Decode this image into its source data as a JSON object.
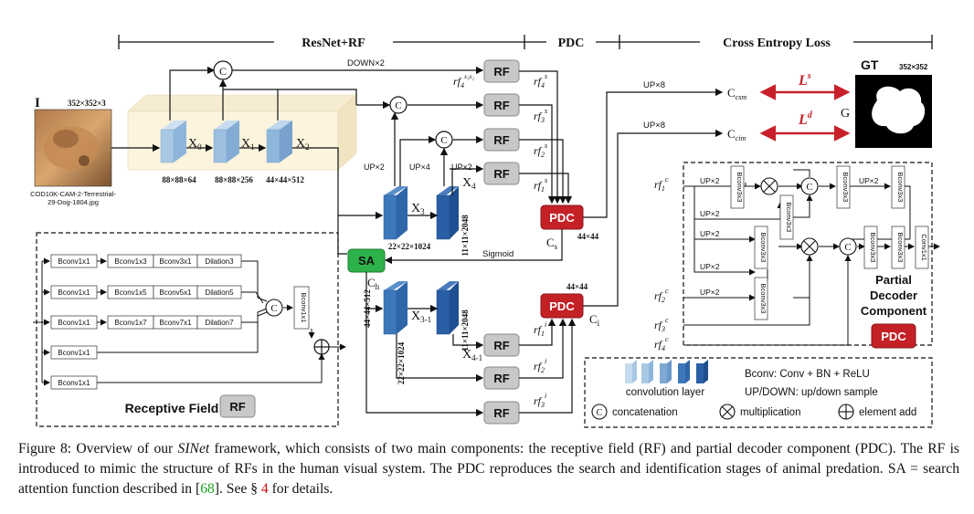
{
  "header": {
    "section1": "ResNet+RF",
    "section2": "PDC",
    "section3": "Cross Entropy Loss"
  },
  "input": {
    "label": "I",
    "size": "352×352×3",
    "caption_line1": "COD10K-CAM-2-Terrestrial-",
    "caption_line2": "29-Dog-1804.jpg"
  },
  "backbone": {
    "x0": "X",
    "x0_sub": "0",
    "x1": "X",
    "x1_sub": "1",
    "x2": "X",
    "x2_sub": "2",
    "x3": "X",
    "x3_sub": "3",
    "x4": "X",
    "x4_sub": "4",
    "x3_1": "X",
    "x3_1_sub": "3-1",
    "x4_1": "X",
    "x4_1_sub": "4-1",
    "dim0": "88×88×64",
    "dim1": "88×88×256",
    "dim2": "44×44×512",
    "dim3": "22×22×1024",
    "dim4": "11×11×2048",
    "dim3i": "22×22×1024",
    "dim4i": "11×11×2048",
    "dim_sa": "44×44×512"
  },
  "ops": {
    "down2": "DOWN×2",
    "up2_a": "UP×2",
    "up4": "UP×4",
    "up2_b": "UP×2",
    "up8_a": "UP×8",
    "up8_b": "UP×8",
    "sigmoid": "Sigmoid",
    "concat": "C",
    "sa": "SA",
    "ch": "C",
    "ch_sub": "h",
    "cs": "C",
    "cs_sub": "s",
    "ci": "C",
    "ci_sub": "i",
    "pdc_dim_s": "44×44",
    "pdc_dim_i": "44×44"
  },
  "rf_blocks": {
    "label": "RF",
    "rf4s": "rf",
    "rf4s_sub": "4",
    "rf4s_sup": "x₃x₂",
    "rf4_out": "rf",
    "rf4_out_sub": "4",
    "rf4_out_sup": "s",
    "rf3s": "rf",
    "rf3s_sub": "3",
    "rf3s_sup": "s",
    "rf2s": "rf",
    "rf2s_sub": "2",
    "rf2s_sup": "s",
    "rf1s": "rf",
    "rf1s_sub": "1",
    "rf1s_sup": "s",
    "rf1i": "rf",
    "rf1i_sub": "1",
    "rf1i_sup": "i",
    "rf2i": "rf",
    "rf2i_sub": "2",
    "rf2i_sup": "i",
    "rf3i": "rf",
    "rf3i_sub": "3",
    "rf3i_sup": "i"
  },
  "pdc": {
    "label": "PDC"
  },
  "loss": {
    "csm": "C",
    "csm_sub": "csm",
    "cim": "C",
    "cim_sub": "cim",
    "ls": "L",
    "ls_sup": "s",
    "ld": "L",
    "ld_sup": "d",
    "gt": "GT",
    "gt_size": "352×352",
    "g": "G"
  },
  "receptive_field": {
    "title": "Receptive Field",
    "badge": "RF",
    "rows": [
      [
        "Bconv1x1",
        "Bconv1x3",
        "Bconv3x1",
        "Dilation3"
      ],
      [
        "Bconv1x1",
        "Bconv1x5",
        "Bconv5x1",
        "Dilation5"
      ],
      [
        "Bconv1x1",
        "Bconv1x7",
        "Bconv7x1",
        "Dilation7"
      ],
      [
        "Bconv1x1"
      ],
      [
        "Bconv1x1"
      ]
    ],
    "merge": "Bconv1x1"
  },
  "partial_decoder": {
    "title_line1": "Partial",
    "title_line2": "Decoder",
    "title_line3": "Component",
    "badge": "PDC",
    "rf1c": "rf",
    "rf1c_sub": "1",
    "rf1c_sup": "c",
    "rf2c": "rf",
    "rf2c_sub": "2",
    "rf2c_sup": "c",
    "rf3c": "rf",
    "rf3c_sub": "3",
    "rf3c_sup": "c",
    "rf4c": "rf",
    "rf4c_sub": "4",
    "rf4c_sup": "c",
    "up2_1": "UP×2",
    "up2_2": "UP×2",
    "up2_3": "UP×2",
    "up2_4": "UP×2",
    "up2_5": "UP×2",
    "up2_6": "UP×2",
    "bconv": "Bconv3x3",
    "final": "Conv1x1"
  },
  "legend": {
    "conv_layer": "convolution layer",
    "bconv": "Bconv: Conv + BN + ReLU",
    "updown": "UP/DOWN: up/down sample",
    "concat": "concatenation",
    "mult": "multiplication",
    "add": "element add"
  },
  "caption": {
    "prefix": "Figure 8:  Overview of our ",
    "name": "SINet",
    "body1": " framework, which consists of two main components: the receptive field (RF) and partial decoder component (PDC). The RF is introduced to mimic the structure of RFs in the human visual system. The PDC reproduces the search and identification stages of animal predation. SA = search attention function described in [",
    "ref1": "68",
    "body2": "]. See § ",
    "ref2": "4",
    "body3": " for details."
  },
  "colors": {
    "rf_gray": "#c8c8c8",
    "pdc_red": "#c42126",
    "sa_green": "#2eb24b",
    "loss_red": "#c8202a",
    "conv_light": "#a9c8e4",
    "conv_dark": "#1f4f90"
  }
}
